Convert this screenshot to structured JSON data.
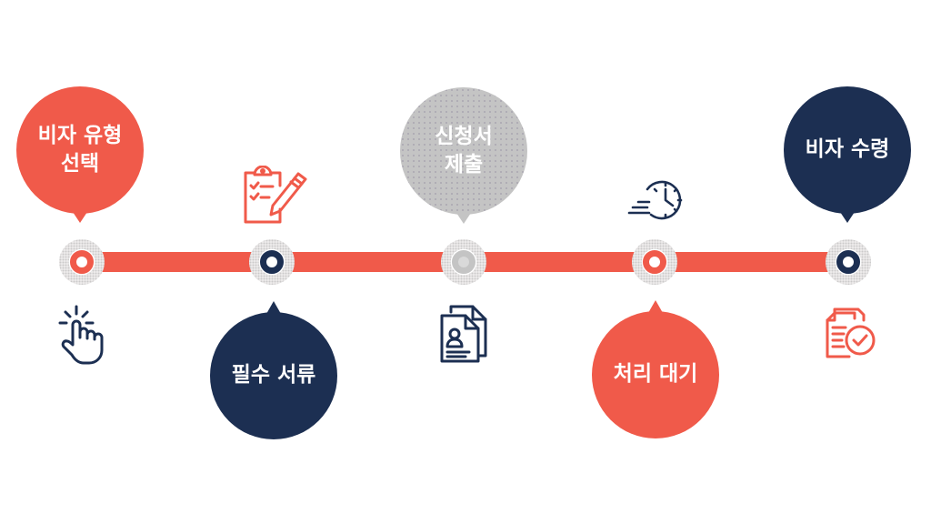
{
  "colors": {
    "coral": "#F05A4A",
    "navy": "#1C2F52",
    "gray": "#C4C4C4",
    "background": "#FFFFFF"
  },
  "timeline": {
    "steps": [
      {
        "label": "비자 유형\n선택",
        "color": "coral",
        "bubble_position": "above",
        "icon": "tap-hand-icon",
        "icon_position": "below",
        "node_color": "coral"
      },
      {
        "label": "필수 서류",
        "color": "navy",
        "bubble_position": "below",
        "icon": "clipboard-pencil-icon",
        "icon_position": "above",
        "node_color": "navy"
      },
      {
        "label": "신청서\n제출",
        "color": "gray",
        "bubble_position": "above",
        "icon": "documents-profile-icon",
        "icon_position": "below",
        "node_color": "gray"
      },
      {
        "label": "처리 대기",
        "color": "coral",
        "bubble_position": "below",
        "icon": "clock-fast-icon",
        "icon_position": "above",
        "node_color": "coral"
      },
      {
        "label": "비자 수령",
        "color": "navy",
        "bubble_position": "above",
        "icon": "document-check-icon",
        "icon_position": "below",
        "node_color": "navy"
      }
    ]
  }
}
